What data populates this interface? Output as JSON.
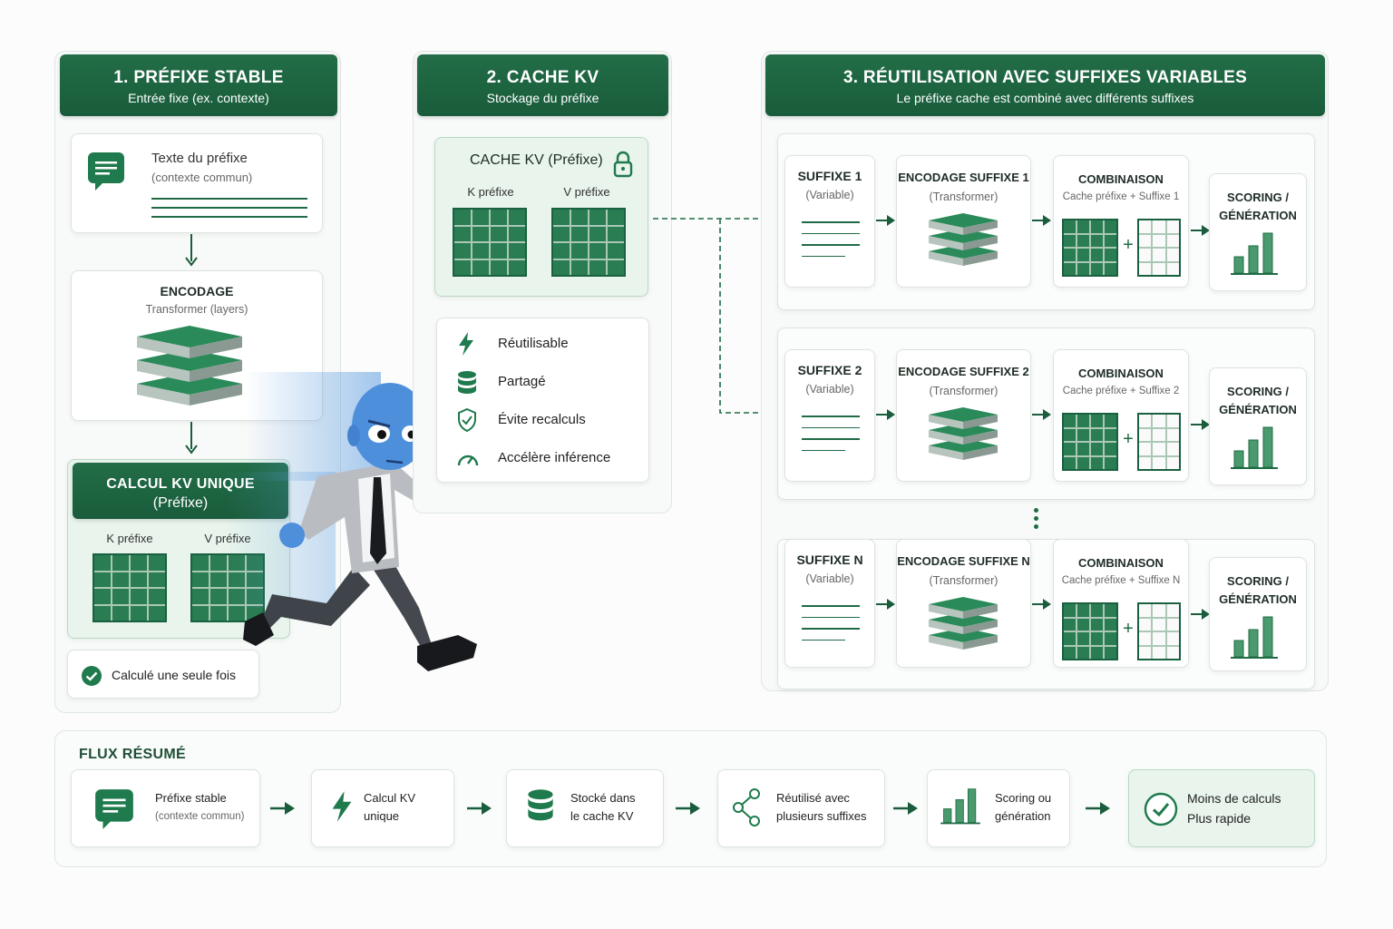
{
  "col1": {
    "title": "1. PRÉFIXE STABLE",
    "subtitle": "Entrée fixe (ex. contexte)",
    "prefix_text": "Texte du préfixe",
    "prefix_note": "(contexte commun)",
    "encoding_title": "ENCODAGE",
    "encoding_sub": "Transformer (layers)",
    "calc_title": "CALCUL KV UNIQUE",
    "calc_sub": "(Préfixe)",
    "k_label": "K préfixe",
    "v_label": "V préfixe",
    "once": "Calculé une seule fois"
  },
  "col2": {
    "title": "2. CACHE KV",
    "subtitle": "Stockage du préfixe",
    "cache_title": "CACHE KV (Préfixe)",
    "k_label": "K préfixe",
    "v_label": "V préfixe",
    "benefits": [
      "Réutilisable",
      "Partagé",
      "Évite recalculs",
      "Accélère inférence"
    ]
  },
  "col3": {
    "title": "3. RÉUTILISATION AVEC SUFFIXES VARIABLES",
    "subtitle": "Le préfixe cache est combiné avec différents suffixes",
    "rows": [
      {
        "suffix": "SUFFIXE 1",
        "variable": "(Variable)",
        "enc": "ENCODAGE SUFFIXE 1",
        "enc_sub": "(Transformer)",
        "comb": "COMBINAISON",
        "comb_sub": "Cache préfixe + Suffixe 1",
        "score": "SCORING /",
        "score2": "GÉNÉRATION"
      },
      {
        "suffix": "SUFFIXE 2",
        "variable": "(Variable)",
        "enc": "ENCODAGE SUFFIXE 2",
        "enc_sub": "(Transformer)",
        "comb": "COMBINAISON",
        "comb_sub": "Cache préfixe + Suffixe 2",
        "score": "SCORING /",
        "score2": "GÉNÉRATION"
      },
      {
        "suffix": "SUFFIXE N",
        "variable": "(Variable)",
        "enc": "ENCODAGE SUFFIXE N",
        "enc_sub": "(Transformer)",
        "comb": "COMBINAISON",
        "comb_sub": "Cache préfixe + Suffixe N",
        "score": "SCORING /",
        "score2": "GÉNÉRATION"
      }
    ],
    "plus": "+"
  },
  "flow": {
    "title": "FLUX RÉSUMÉ",
    "steps": [
      {
        "l1": "Préfixe stable",
        "l2": "(contexte commun)"
      },
      {
        "l1": "Calcul KV",
        "l2": "unique"
      },
      {
        "l1": "Stocké dans",
        "l2": "le cache KV"
      },
      {
        "l1": "Réutilisé avec",
        "l2": "plusieurs suffixes"
      },
      {
        "l1": "Scoring ou",
        "l2": "génération"
      },
      {
        "l1": "Moins de calculs",
        "l2": "Plus rapide"
      }
    ]
  },
  "colors": {
    "primary": "#1f6b45",
    "light": "#e8f4ec"
  }
}
